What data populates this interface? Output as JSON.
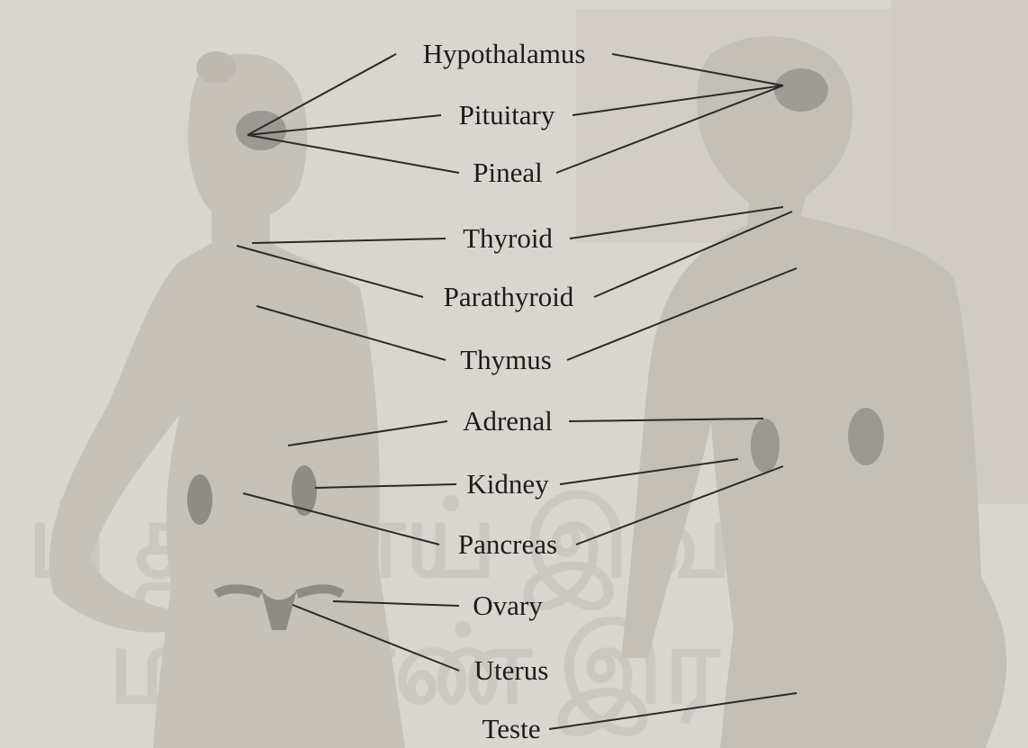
{
  "labels": {
    "hypothalamus": "Hypothalamus",
    "pituitary": "Pituitary",
    "pineal": "Pineal",
    "thyroid": "Thyroid",
    "parathyroid": "Parathyroid",
    "thymus": "Thymus",
    "adrenal": "Adrenal",
    "kidney": "Kidney",
    "pancreas": "Pancreas",
    "ovary": "Ovary",
    "uterus": "Uterus",
    "teste": "Teste"
  },
  "colors": {
    "background": "#d9d6cf",
    "body": "#c8c4bc",
    "organ": "#8f8c86",
    "line": "#2a2a2a",
    "text": "#1c1c1c"
  }
}
